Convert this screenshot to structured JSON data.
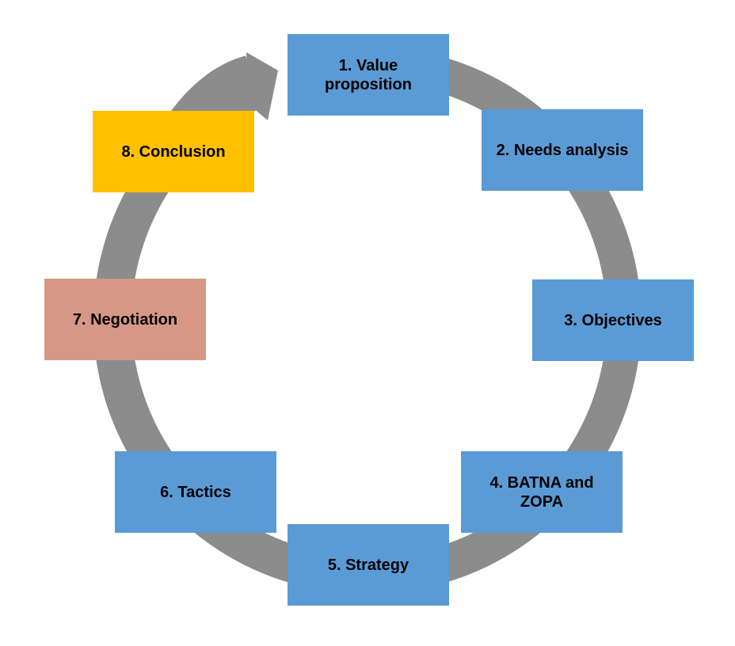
{
  "diagram": {
    "type": "cycle-process",
    "direction": "clockwise",
    "arrow_color": "#8C8C8C",
    "text_color": "#000000",
    "step_color_default": "#5B9BD5",
    "steps": [
      {
        "label": "1. Value\nproposition",
        "color": "#5B9BD5"
      },
      {
        "label": "2. Needs analysis",
        "color": "#5B9BD5"
      },
      {
        "label": "3. Objectives",
        "color": "#5B9BD5"
      },
      {
        "label": "4. BATNA and\nZOPA",
        "color": "#5B9BD5"
      },
      {
        "label": "5. Strategy",
        "color": "#5B9BD5"
      },
      {
        "label": "6. Tactics",
        "color": "#5B9BD5"
      },
      {
        "label": "7. Negotiation",
        "color": "#D69884"
      },
      {
        "label": "8. Conclusion",
        "color": "#FFC000"
      }
    ]
  }
}
